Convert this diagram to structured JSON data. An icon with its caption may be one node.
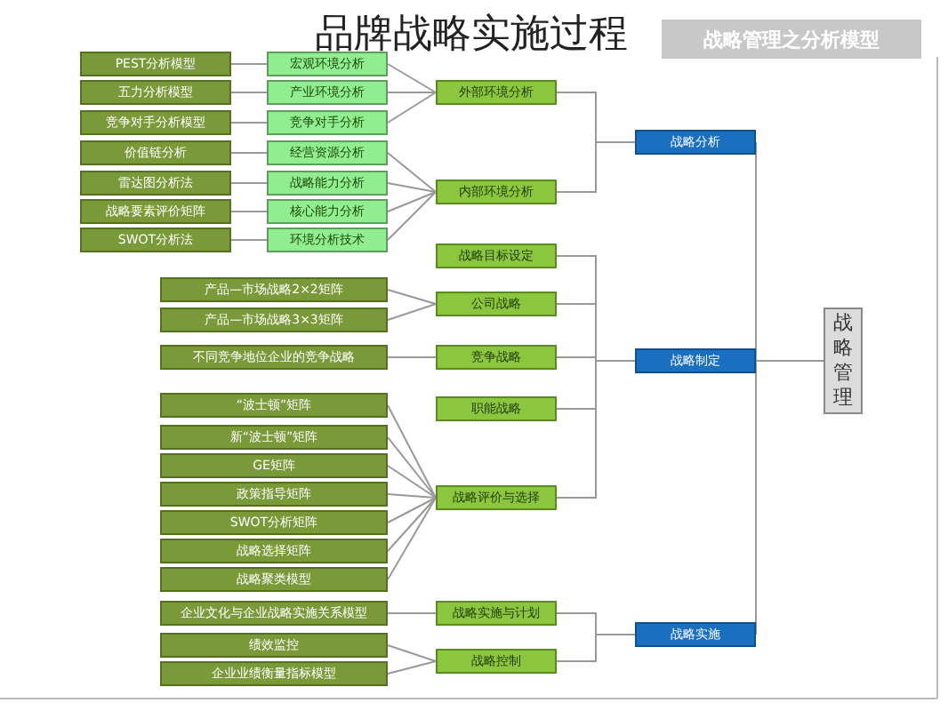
{
  "diagram": {
    "title": "品牌战略实施过程",
    "nodes": [
      {
        "text": [
          "战略管理"
        ]
      },
      {
        "text": [
          "战略分析"
        ]
      },
      {
        "text": [
          "战略制定"
        ]
      },
      {
        "text": [
          "战略实施"
        ]
      },
      {
        "text": [
          "外部环境分析"
        ]
      },
      {
        "text": [
          "内部环境分析"
        ]
      },
      {
        "text": [
          "战略目标设定"
        ]
      },
      {
        "text": [
          "公司战略"
        ]
      },
      {
        "text": [
          "竞争战略"
        ]
      },
      {
        "text": [
          "职能战略"
        ]
      },
      {
        "text": [
          "战略评价与选择"
        ]
      },
      {
        "text": [
          "战略实施与计划"
        ]
      },
      {
        "text": [
          "战略控制"
        ]
      },
      {
        "text": [
          "宏观环境分析"
        ]
      },
      {
        "text": [
          "产业环境分析"
        ]
      },
      {
        "text": [
          "竞争对手分析"
        ]
      },
      {
        "text": [
          "经营资源分析"
        ]
      },
      {
        "text": [
          "战略能力分析"
        ]
      },
      {
        "text": [
          "核心能力分析"
        ]
      },
      {
        "text": [
          "环境分析技术"
        ]
      },
      {
        "text": [
          "PEST分析模型"
        ]
      },
      {
        "text": [
          "五力分析模型"
        ]
      },
      {
        "text": [
          "竞争对手分析模型"
        ]
      },
      {
        "text": [
          "价值链分析"
        ]
      },
      {
        "text": [
          "雷达图分析法"
        ]
      },
      {
        "text": [
          "战略要素评价矩阵"
        ]
      },
      {
        "text": [
          "SWOT分析法"
        ]
      },
      {
        "text": [
          "产品—市场战略2×2矩阵"
        ]
      },
      {
        "text": [
          "产品—市场战略3×3矩阵"
        ]
      },
      {
        "text": [
          "不同竞争地位企业的竞争战略"
        ]
      },
      {
        "text": [
          "“波士顿”矩阵"
        ]
      },
      {
        "text": [
          "新“波士顿”矩阵"
        ]
      },
      {
        "text": [
          "GE矩阵"
        ]
      },
      {
        "text": [
          "政策指导矩阵"
        ]
      },
      {
        "text": [
          "SWOT分析矩阵"
        ]
      },
      {
        "text": [
          "战略选择矩阵"
        ]
      },
      {
        "text": [
          "战略聚类模型"
        ]
      },
      {
        "text": [
          "企业文化与企业战略实施关系模型"
        ]
      },
      {
        "text": [
          "绩效监控"
        ]
      },
      {
        "text": [
          "企业业绩衡量指标模型"
        ]
      }
    ],
    "edges": [
      {
        "from": 20,
        "to": 13,
        "arrow": "none"
      },
      {
        "from": 21,
        "to": 14,
        "arrow": "none"
      },
      {
        "from": 22,
        "to": 15,
        "arrow": "none"
      },
      {
        "from": 23,
        "to": 16,
        "arrow": "none"
      },
      {
        "from": 24,
        "to": 17,
        "arrow": "none"
      },
      {
        "from": 25,
        "to": 18,
        "arrow": "none"
      },
      {
        "from": 26,
        "to": 19,
        "arrow": "none"
      },
      {
        "from": 13,
        "to": 4,
        "arrow": "none"
      },
      {
        "from": 14,
        "to": 4,
        "arrow": "none"
      },
      {
        "from": 15,
        "to": 4,
        "arrow": "none"
      },
      {
        "from": 16,
        "to": 5,
        "arrow": "none"
      },
      {
        "from": 17,
        "to": 5,
        "arrow": "none"
      },
      {
        "from": 18,
        "to": 5,
        "arrow": "none"
      },
      {
        "from": 19,
        "to": 5,
        "arrow": "none"
      },
      {
        "from": 27,
        "to": 7,
        "arrow": "none"
      },
      {
        "from": 28,
        "to": 7,
        "arrow": "none"
      },
      {
        "from": 29,
        "to": 8,
        "arrow": "none"
      },
      {
        "from": 30,
        "to": 10,
        "arrow": "none"
      },
      {
        "from": 31,
        "to": 10,
        "arrow": "none"
      },
      {
        "from": 32,
        "to": 10,
        "arrow": "none"
      },
      {
        "from": 33,
        "to": 10,
        "arrow": "none"
      },
      {
        "from": 34,
        "to": 10,
        "arrow": "none"
      },
      {
        "from": 35,
        "to": 10,
        "arrow": "none"
      },
      {
        "from": 36,
        "to": 10,
        "arrow": "none"
      },
      {
        "from": 37,
        "to": 11,
        "arrow": "none"
      },
      {
        "from": 38,
        "to": 12,
        "arrow": "none"
      },
      {
        "from": 39,
        "to": 12,
        "arrow": "none"
      },
      {
        "from": 4,
        "to": 1,
        "arrow": "none"
      },
      {
        "from": 5,
        "to": 1,
        "arrow": "none"
      },
      {
        "from": 6,
        "to": 2,
        "arrow": "none"
      },
      {
        "from": 7,
        "to": 2,
        "arrow": "none"
      },
      {
        "from": 8,
        "to": 2,
        "arrow": "none"
      },
      {
        "from": 9,
        "to": 2,
        "arrow": "none"
      },
      {
        "from": 10,
        "to": 2,
        "arrow": "none"
      },
      {
        "from": 11,
        "to": 3,
        "arrow": "none"
      },
      {
        "from": 12,
        "to": 3,
        "arrow": "none"
      },
      {
        "from": 1,
        "to": 0,
        "arrow": "none"
      },
      {
        "from": 2,
        "to": 0,
        "arrow": "none"
      },
      {
        "from": 3,
        "to": 0,
        "arrow": "none"
      }
    ],
    "labels": [
      "战略管理之分析模型"
    ]
  }
}
